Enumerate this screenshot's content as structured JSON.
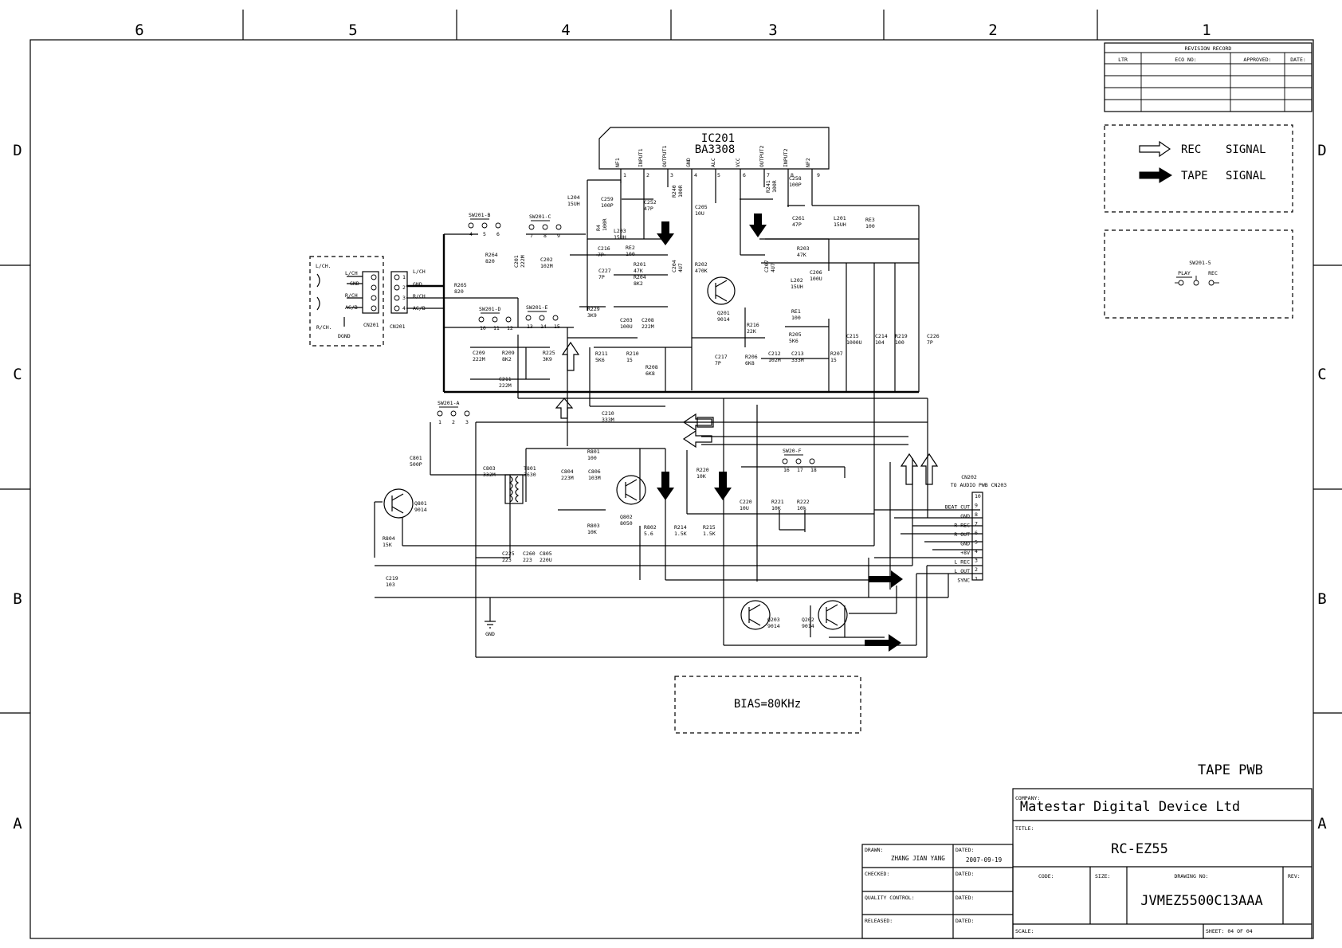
{
  "frame": {
    "col_labels": [
      "6",
      "5",
      "4",
      "3",
      "2",
      "1"
    ],
    "row_labels": [
      "D",
      "C",
      "B",
      "A"
    ]
  },
  "revision": {
    "title": "REVISION RECORD",
    "headers": [
      "LTR",
      "ECO NO:",
      "APPROVED:",
      "DATE:"
    ]
  },
  "legend": {
    "rec": "REC",
    "tape": "TAPE",
    "signal": "SIGNAL"
  },
  "switch_legend": {
    "name": "SW201-5",
    "play": "PLAY",
    "rec": "REC"
  },
  "ic": {
    "ref": "IC201",
    "part": "BA3308",
    "pins": [
      {
        "num": "1",
        "name": "NF1"
      },
      {
        "num": "2",
        "name": "INPUT1"
      },
      {
        "num": "3",
        "name": "OUTPUT1"
      },
      {
        "num": "4",
        "name": "GND"
      },
      {
        "num": "5",
        "name": "ALC"
      },
      {
        "num": "6",
        "name": "VCC"
      },
      {
        "num": "7",
        "name": "OUTPUT2"
      },
      {
        "num": "8",
        "name": "INPUT2"
      },
      {
        "num": "9",
        "name": "NF2"
      }
    ]
  },
  "components": [
    {
      "ref": "L204",
      "val": "15UH"
    },
    {
      "ref": "C259",
      "val": "100P"
    },
    {
      "ref": "C252",
      "val": "47P"
    },
    {
      "ref": "R240",
      "val": "100R"
    },
    {
      "ref": "C205",
      "val": "10U"
    },
    {
      "ref": "R241",
      "val": "100R"
    },
    {
      "ref": "C258",
      "val": "100P"
    },
    {
      "ref": "C261",
      "val": "47P"
    },
    {
      "ref": "L201",
      "val": "15UH"
    },
    {
      "ref": "RE3",
      "val": "100"
    },
    {
      "ref": "R4",
      "val": "100R"
    },
    {
      "ref": "L203",
      "val": "15UH"
    },
    {
      "ref": "RE2",
      "val": "100"
    },
    {
      "ref": "R201",
      "val": "47K"
    },
    {
      "ref": "R204",
      "val": "8K2"
    },
    {
      "ref": "C216",
      "val": "7P"
    },
    {
      "ref": "C227",
      "val": "7P"
    },
    {
      "ref": "C204",
      "val": "4U7"
    },
    {
      "ref": "R202",
      "val": "470K"
    },
    {
      "ref": "R203",
      "val": "47K"
    },
    {
      "ref": "C207",
      "val": "4U7"
    },
    {
      "ref": "L202",
      "val": "15UH"
    },
    {
      "ref": "C206",
      "val": "100U"
    },
    {
      "ref": "R264",
      "val": "820"
    },
    {
      "ref": "C201",
      "val": "222M"
    },
    {
      "ref": "C202",
      "val": "102M"
    },
    {
      "ref": "R265",
      "val": "820"
    },
    {
      "ref": "R229",
      "val": "3K9"
    },
    {
      "ref": "C203",
      "val": "100U"
    },
    {
      "ref": "C208",
      "val": "222M"
    },
    {
      "ref": "Q201",
      "val": "9014"
    },
    {
      "ref": "R216",
      "val": "22K"
    },
    {
      "ref": "RE1",
      "val": "100"
    },
    {
      "ref": "R205",
      "val": "5K6"
    },
    {
      "ref": "C215",
      "val": "1000U"
    },
    {
      "ref": "C214",
      "val": "104"
    },
    {
      "ref": "R219",
      "val": "100"
    },
    {
      "ref": "C226",
      "val": "7P"
    },
    {
      "ref": "C209",
      "val": "222M"
    },
    {
      "ref": "R209",
      "val": "8K2"
    },
    {
      "ref": "R225",
      "val": "3K9"
    },
    {
      "ref": "C211",
      "val": "222M"
    },
    {
      "ref": "R211",
      "val": "5K6"
    },
    {
      "ref": "R210",
      "val": "15"
    },
    {
      "ref": "R208",
      "val": "6K8"
    },
    {
      "ref": "C217",
      "val": "7P"
    },
    {
      "ref": "R206",
      "val": "6K8"
    },
    {
      "ref": "C212",
      "val": "102M"
    },
    {
      "ref": "C213",
      "val": "333M"
    },
    {
      "ref": "R207",
      "val": "15"
    },
    {
      "ref": "C210",
      "val": "333M"
    },
    {
      "ref": "C801",
      "val": "500P"
    },
    {
      "ref": "Q801",
      "val": "9014"
    },
    {
      "ref": "R804",
      "val": "15K"
    },
    {
      "ref": "C219",
      "val": "103"
    },
    {
      "ref": "C803",
      "val": "332M"
    },
    {
      "ref": "T801",
      "val": "3630"
    },
    {
      "ref": "R801",
      "val": "100"
    },
    {
      "ref": "C804",
      "val": "223M"
    },
    {
      "ref": "C806",
      "val": "103M"
    },
    {
      "ref": "Q802",
      "val": "8050"
    },
    {
      "ref": "R803",
      "val": "10K"
    },
    {
      "ref": "R802",
      "val": "5.6"
    },
    {
      "ref": "C225",
      "val": "223"
    },
    {
      "ref": "C260",
      "val": "223"
    },
    {
      "ref": "C805",
      "val": "220U"
    },
    {
      "ref": "R214",
      "val": "1.5K"
    },
    {
      "ref": "R220",
      "val": "10K"
    },
    {
      "ref": "R215",
      "val": "1.5K"
    },
    {
      "ref": "C220",
      "val": "10U"
    },
    {
      "ref": "R221",
      "val": "10K"
    },
    {
      "ref": "R222",
      "val": "10k"
    },
    {
      "ref": "Q203",
      "val": "9014"
    },
    {
      "ref": "Q202",
      "val": "9014"
    }
  ],
  "switches": [
    {
      "name": "SW201-B",
      "pins": [
        "4",
        "5",
        "6"
      ]
    },
    {
      "name": "SW201-C",
      "pins": [
        "7",
        "8",
        "9"
      ]
    },
    {
      "name": "SW201-D",
      "pins": [
        "10",
        "11",
        "12"
      ]
    },
    {
      "name": "SW201-E",
      "pins": [
        "13",
        "14",
        "15"
      ]
    },
    {
      "name": "SW201-A",
      "pins": [
        "1",
        "2",
        "3"
      ]
    },
    {
      "name": "SW20-F",
      "pins": [
        "16",
        "17",
        "18"
      ]
    }
  ],
  "head": {
    "lch": "L/CH.",
    "rch": "R/CH.",
    "dgnd": "DGND",
    "cn_pins": [
      "L/CH",
      "GND",
      "R/CH",
      "AC/B"
    ],
    "cn_left": "CN201",
    "cn_right": "CN201",
    "out_pins": [
      "L/CH",
      "GND",
      "R/CH",
      "AC/B"
    ],
    "nums": [
      "1",
      "2",
      "3",
      "4"
    ]
  },
  "cn202": {
    "ref": "CN202",
    "note": "TO AUDIO PWB CN203",
    "pins": [
      {
        "num": "10",
        "name": ""
      },
      {
        "num": "9",
        "name": "BEAT CUT"
      },
      {
        "num": "8",
        "name": "GND"
      },
      {
        "num": "7",
        "name": "R REC"
      },
      {
        "num": "6",
        "name": "R OUT"
      },
      {
        "num": "5",
        "name": "GND"
      },
      {
        "num": "4",
        "name": "+8V"
      },
      {
        "num": "3",
        "name": "L REC"
      },
      {
        "num": "2",
        "name": "L OUT"
      },
      {
        "num": "1",
        "name": "SYNC"
      }
    ]
  },
  "gnd_label": "GND",
  "bias": "BIAS=80KHz",
  "board": "TAPE   PWB",
  "titleblock": {
    "company_label": "COMPANY:",
    "company": "Matestar Digital Device Ltd",
    "title_label": "TITLE:",
    "title": "RC-EZ55",
    "drawn_label": "DRAWN:",
    "drawn": "ZHANG JIAN YANG",
    "dated_label": "DATED:",
    "dated": "2007-09-19",
    "checked_label": "CHECKED:",
    "quality_label": "QUALITY CONTROL:",
    "released_label": "RELEASED:",
    "code_label": "CODE:",
    "size_label": "SIZE:",
    "drawing_no_label": "DRAWING NO:",
    "drawing_no": "JVMEZ5500C13AAA",
    "rev_label": "REV:",
    "scale_label": "SCALE:",
    "sheet": "SHEET:  04 OF  04"
  }
}
